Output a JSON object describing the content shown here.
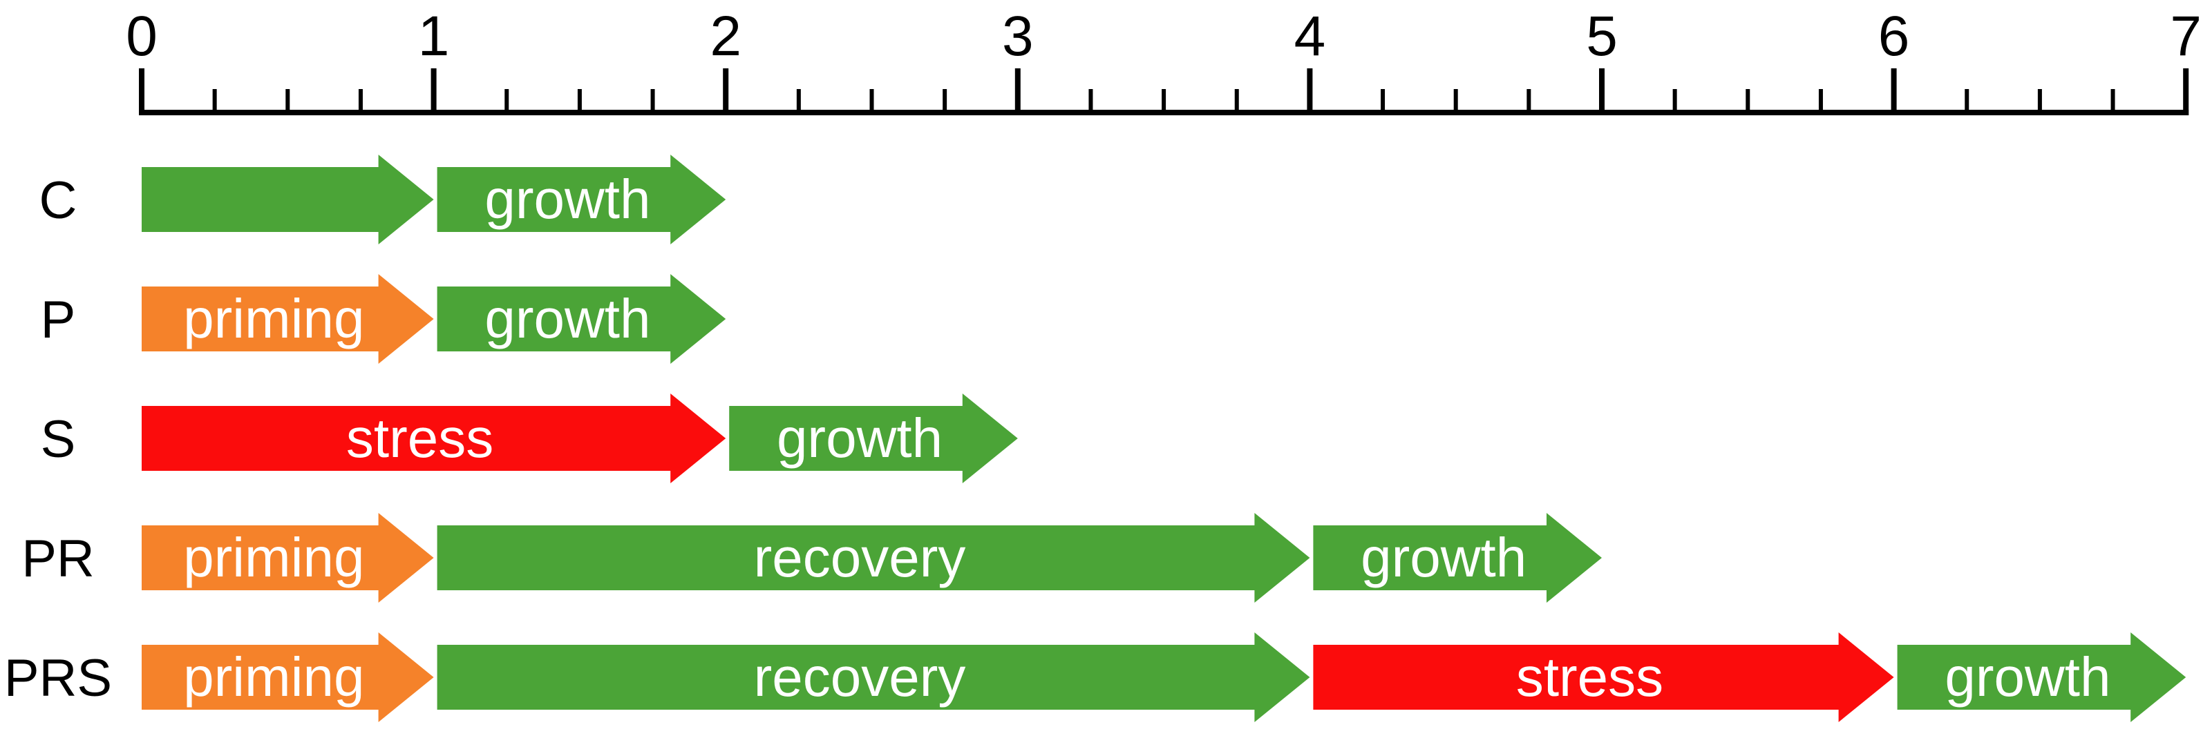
{
  "figure": {
    "description_label": "experiment-timeline-diagram"
  },
  "chart_data": {
    "type": "timeline",
    "title": "",
    "xlabel": "",
    "ylabel": "",
    "axis": {
      "min": 0,
      "max": 7,
      "major_step": 1,
      "minor_step": 0.25,
      "tick_labels": [
        "0",
        "1",
        "2",
        "3",
        "4",
        "5",
        "6",
        "7"
      ],
      "grid": false
    },
    "colors": {
      "growth": "#4BA437",
      "recovery": "#4BA437",
      "priming": "#F5822A",
      "stress": "#FB0C0C",
      "axis": "#000000",
      "row_label": "#000000",
      "arrow_text": "#FFFFFF",
      "background": "#FFFFFF"
    },
    "rows": [
      {
        "label": "C",
        "segments": [
          {
            "text": "",
            "kind": "growth",
            "start": 0,
            "end": 1
          },
          {
            "text": "growth",
            "kind": "growth",
            "start": 1,
            "end": 2
          }
        ]
      },
      {
        "label": "P",
        "segments": [
          {
            "text": "priming",
            "kind": "priming",
            "start": 0,
            "end": 1
          },
          {
            "text": "growth",
            "kind": "growth",
            "start": 1,
            "end": 2
          }
        ]
      },
      {
        "label": "S",
        "segments": [
          {
            "text": "stress",
            "kind": "stress",
            "start": 0,
            "end": 2
          },
          {
            "text": "growth",
            "kind": "growth",
            "start": 2,
            "end": 3
          }
        ]
      },
      {
        "label": "PR",
        "segments": [
          {
            "text": "priming",
            "kind": "priming",
            "start": 0,
            "end": 1
          },
          {
            "text": "recovery",
            "kind": "recovery",
            "start": 1,
            "end": 4
          },
          {
            "text": "growth",
            "kind": "growth",
            "start": 4,
            "end": 5
          }
        ]
      },
      {
        "label": "PRS",
        "segments": [
          {
            "text": "priming",
            "kind": "priming",
            "start": 0,
            "end": 1
          },
          {
            "text": "recovery",
            "kind": "recovery",
            "start": 1,
            "end": 4
          },
          {
            "text": "stress",
            "kind": "stress",
            "start": 4,
            "end": 6
          },
          {
            "text": "growth",
            "kind": "growth",
            "start": 6,
            "end": 7
          }
        ]
      }
    ]
  }
}
